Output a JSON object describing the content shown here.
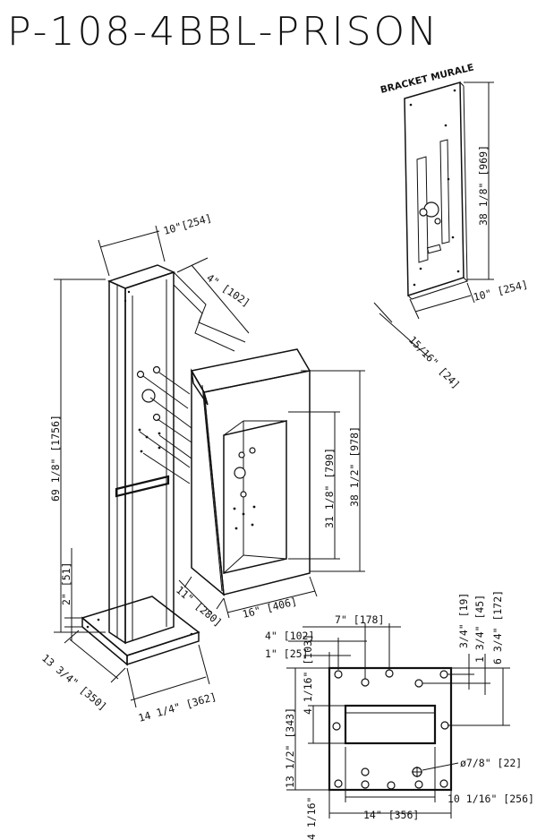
{
  "title": "P-108-4BBL-PRISON",
  "bracket": {
    "label": "BRACKET MURALE",
    "height": "38 1/8\" [969]",
    "width": "10\" [254]",
    "depth": "15/16\" [24]"
  },
  "pedestal": {
    "top_width": "10\"[254]",
    "depth": "4\" [102]",
    "height": "69 1/8\" [1756]",
    "base_offset": "2\" [51]",
    "base_depth": "13 3/4\" [350]",
    "base_width": "14 1/4\" [362]"
  },
  "enclosure": {
    "height_outer": "38 1/2\" [978]",
    "height_inner": "31 1/8\" [790]",
    "depth": "11\" [280]",
    "width": "16\" [406]"
  },
  "base_plate": {
    "dim_7": "7\" [178]",
    "dim_4": "4\" [102]",
    "dim_1": "1\" [25]",
    "dim_3_4": "3/4\" [19]",
    "dim_1_3_4": "1 3/4\" [45]",
    "dim_6_3_4": "6 3/4\" [172]",
    "dim_13_1_2": "13 1/2\" [343]",
    "dim_4_1_16_side": "4 1/16\" [103]",
    "dim_14": "14\" [356]",
    "dim_10_1_16": "10 1/16\" [256]",
    "dim_4_1_16_bottom": "4 1/16\"",
    "hole_diameter": "ø7/8\" [22]"
  }
}
